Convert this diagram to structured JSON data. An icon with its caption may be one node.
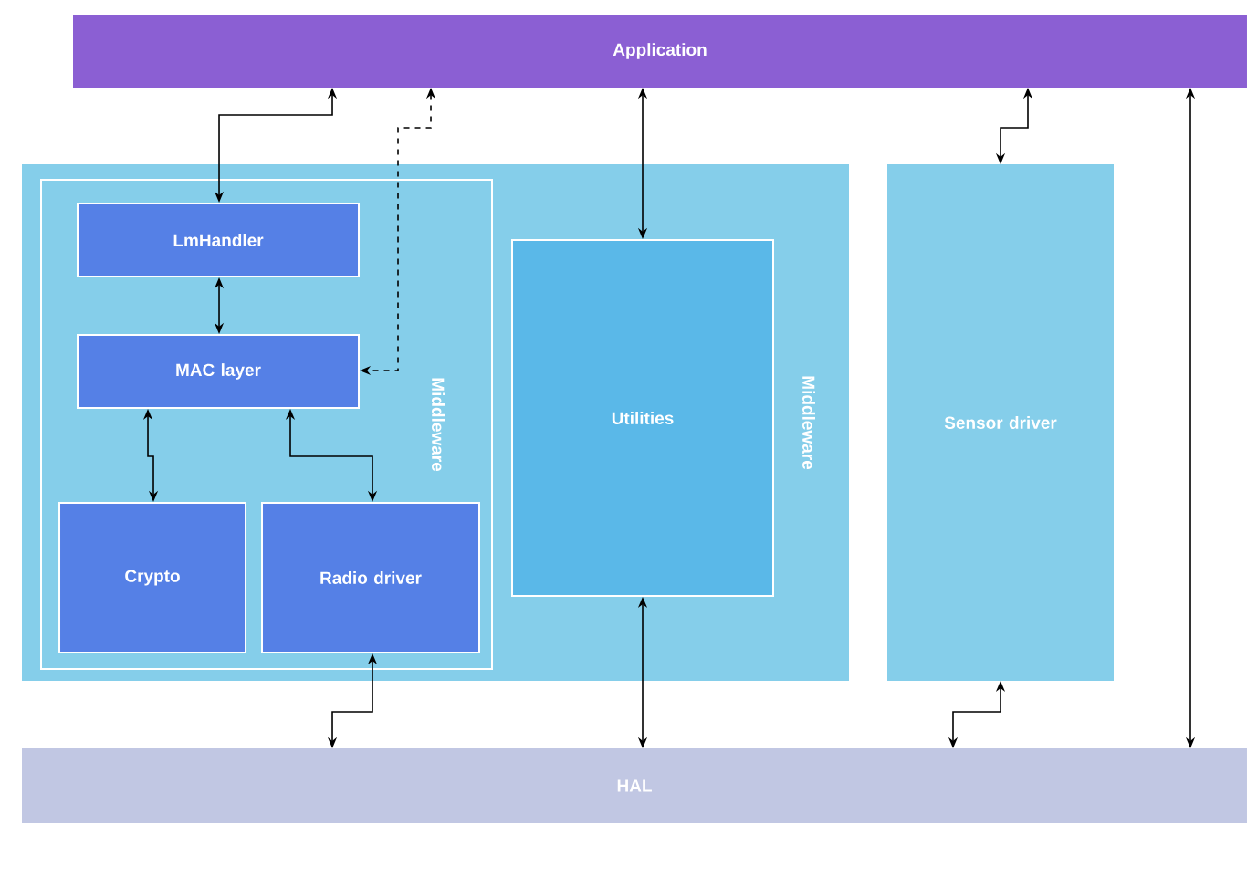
{
  "diagram": {
    "nodes": [
      {
        "text": [
          "Application"
        ]
      },
      {
        "text": [
          "Middleware"
        ]
      },
      {
        "text": [
          "Middleware"
        ],
        "in": 1
      },
      {
        "text": [
          "LmHandler"
        ],
        "in": 2
      },
      {
        "text": [
          "MAC layer"
        ],
        "in": 2
      },
      {
        "text": [
          "Crypto"
        ],
        "in": 2
      },
      {
        "text": [
          "Radio driver"
        ],
        "in": 2
      },
      {
        "text": [
          "Utilities"
        ],
        "in": 1
      },
      {
        "text": [
          "Sensor driver"
        ]
      },
      {
        "text": [
          "HAL"
        ]
      }
    ],
    "edges": [
      {
        "from": 0,
        "to": 3,
        "arrow": "both"
      },
      {
        "from": 0,
        "to": 4,
        "arrow": "both",
        "style": "dashed"
      },
      {
        "from": 3,
        "to": 4,
        "arrow": "both"
      },
      {
        "from": 4,
        "to": 5,
        "arrow": "both"
      },
      {
        "from": 4,
        "to": 6,
        "arrow": "both"
      },
      {
        "from": 6,
        "to": 9,
        "arrow": "both"
      },
      {
        "from": 0,
        "to": 7,
        "arrow": "both"
      },
      {
        "from": 7,
        "to": 9,
        "arrow": "both"
      },
      {
        "from": 0,
        "to": 8,
        "arrow": "both"
      },
      {
        "from": 8,
        "to": 9,
        "arrow": "both"
      },
      {
        "from": 0,
        "to": 9,
        "arrow": "both"
      }
    ]
  }
}
